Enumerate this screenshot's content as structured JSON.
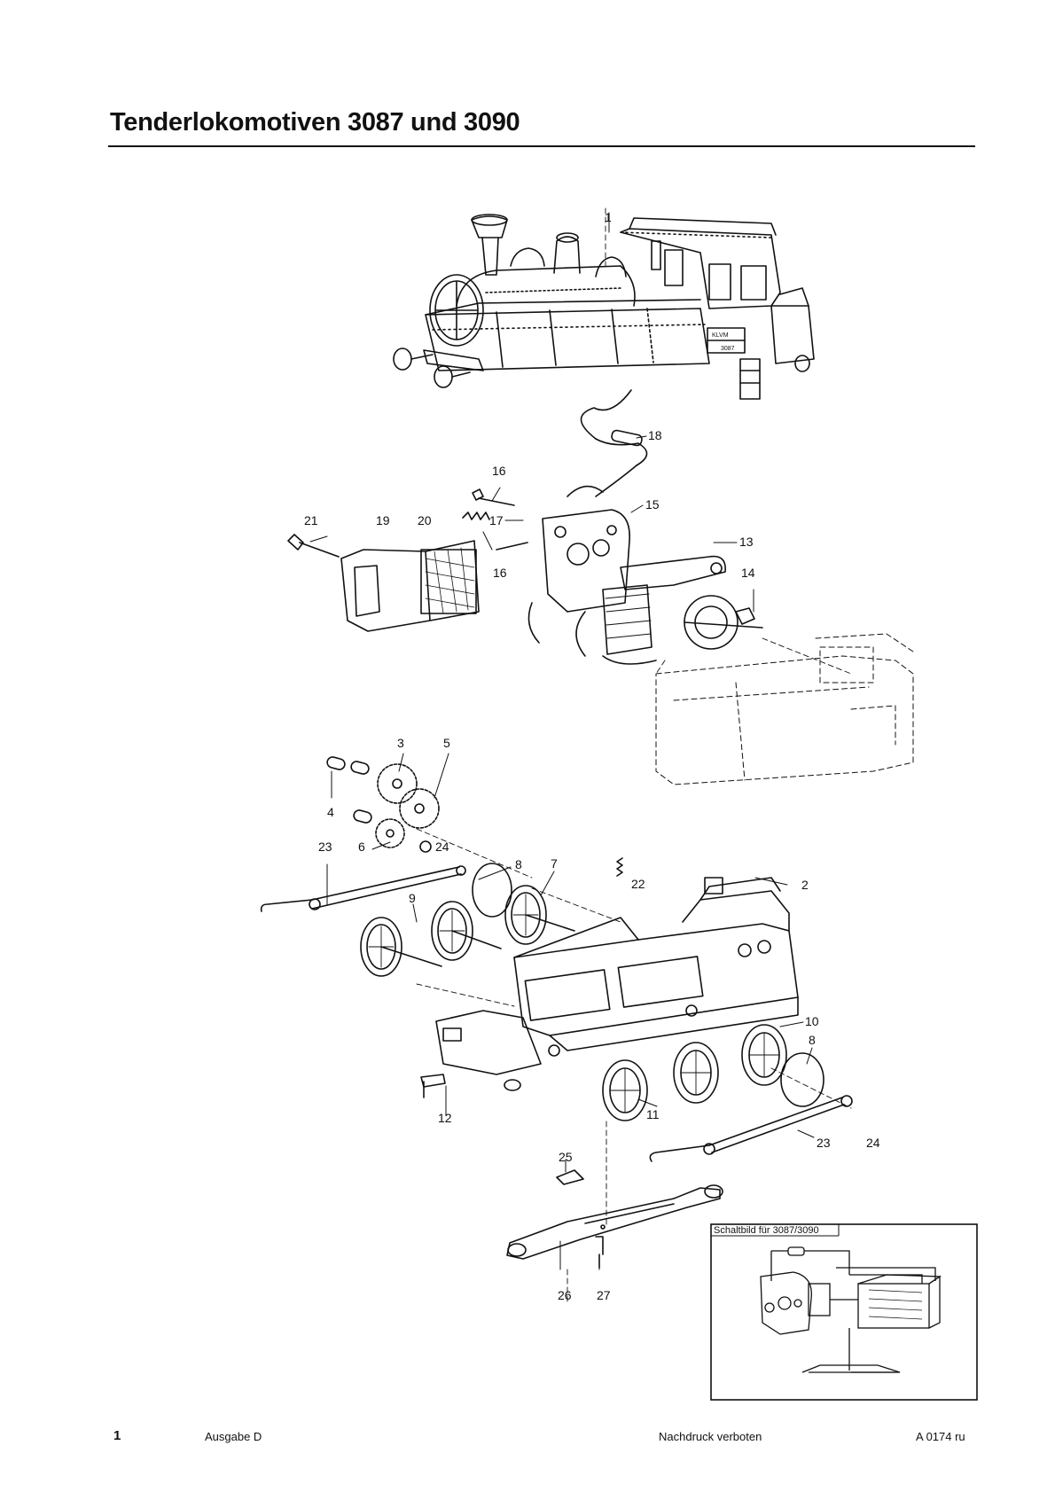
{
  "header": {
    "title": "Tenderlokomotiven 3087 und 3090"
  },
  "body_plate": {
    "text": "KLVM",
    "number": "3087"
  },
  "callouts": {
    "c1": "1",
    "c2": "2",
    "c3": "3",
    "c4": "4",
    "c5": "5",
    "c6": "6",
    "c7": "7",
    "c8a": "8",
    "c8b": "8",
    "c9": "9",
    "c10": "10",
    "c11": "11",
    "c12": "12",
    "c13": "13",
    "c14": "14",
    "c15": "15",
    "c16a": "16",
    "c16b": "16",
    "c17": "17",
    "c18": "18",
    "c19": "19",
    "c20": "20",
    "c21": "21",
    "c22": "22",
    "c23a": "23",
    "c23b": "23",
    "c24a": "24",
    "c24b": "24",
    "c25": "25",
    "c26": "26",
    "c27": "27"
  },
  "inset": {
    "title": "Schaltbild für 3087/3090"
  },
  "footer": {
    "page": "1",
    "edition": "Ausgabe D",
    "notice": "Nachdruck verboten",
    "code": "A 0174 ru"
  }
}
